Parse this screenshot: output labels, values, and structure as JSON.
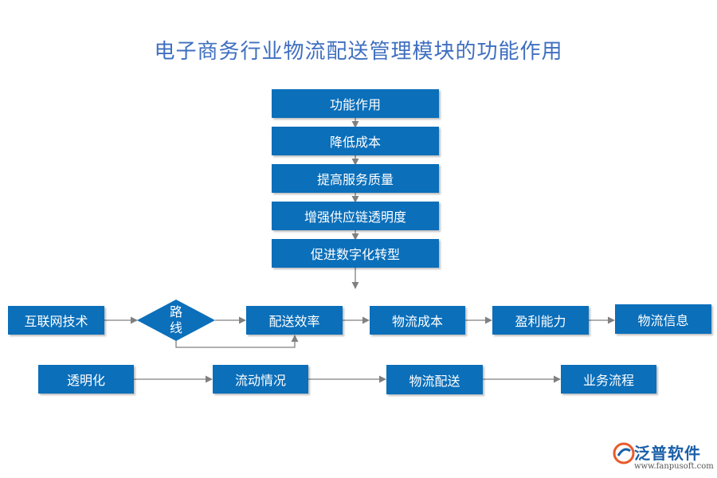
{
  "title": "电子商务行业物流配送管理模块的功能作用",
  "vertical_chain": [
    "功能作用",
    "降低成本",
    "提高服务质量",
    "增强供应链透明度",
    "促进数字化转型"
  ],
  "row1": {
    "start": "互联网技术",
    "diamond": [
      "路",
      "线"
    ],
    "items": [
      "配送效率",
      "物流成本",
      "盈利能力",
      "物流信息"
    ]
  },
  "row2": [
    "透明化",
    "流动情况",
    "物流配送",
    "业务流程"
  ],
  "logo": {
    "name": "泛普软件",
    "url": "www.fanpusoft.com"
  },
  "colors": {
    "box": "#0b6fba",
    "title": "#3f6fc0",
    "arrow": "#808080"
  }
}
